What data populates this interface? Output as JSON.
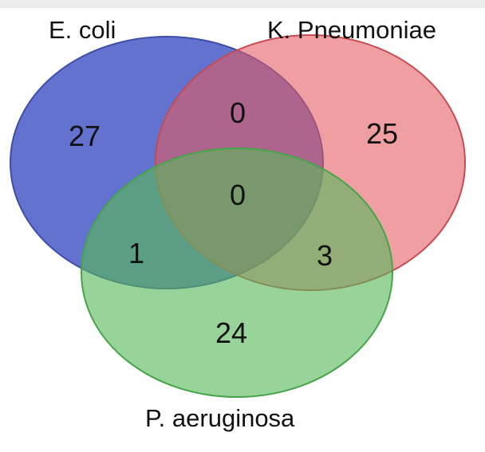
{
  "diagram": {
    "type": "venn-3",
    "sets": [
      {
        "name": "E. coli",
        "color": "#4d5fc7"
      },
      {
        "name": "K. Pneumoniae",
        "color": "#e45a5f"
      },
      {
        "name": "P. aeruginosa",
        "color": "#59b85a"
      }
    ],
    "regions": {
      "ecoli_only": "27",
      "kpneumoniae_only": "25",
      "paeruginosa_only": "24",
      "ecoli_kpneumoniae": "0",
      "ecoli_paeruginosa": "1",
      "kpneumoniae_paeruginosa": "3",
      "all_three": "0"
    }
  }
}
